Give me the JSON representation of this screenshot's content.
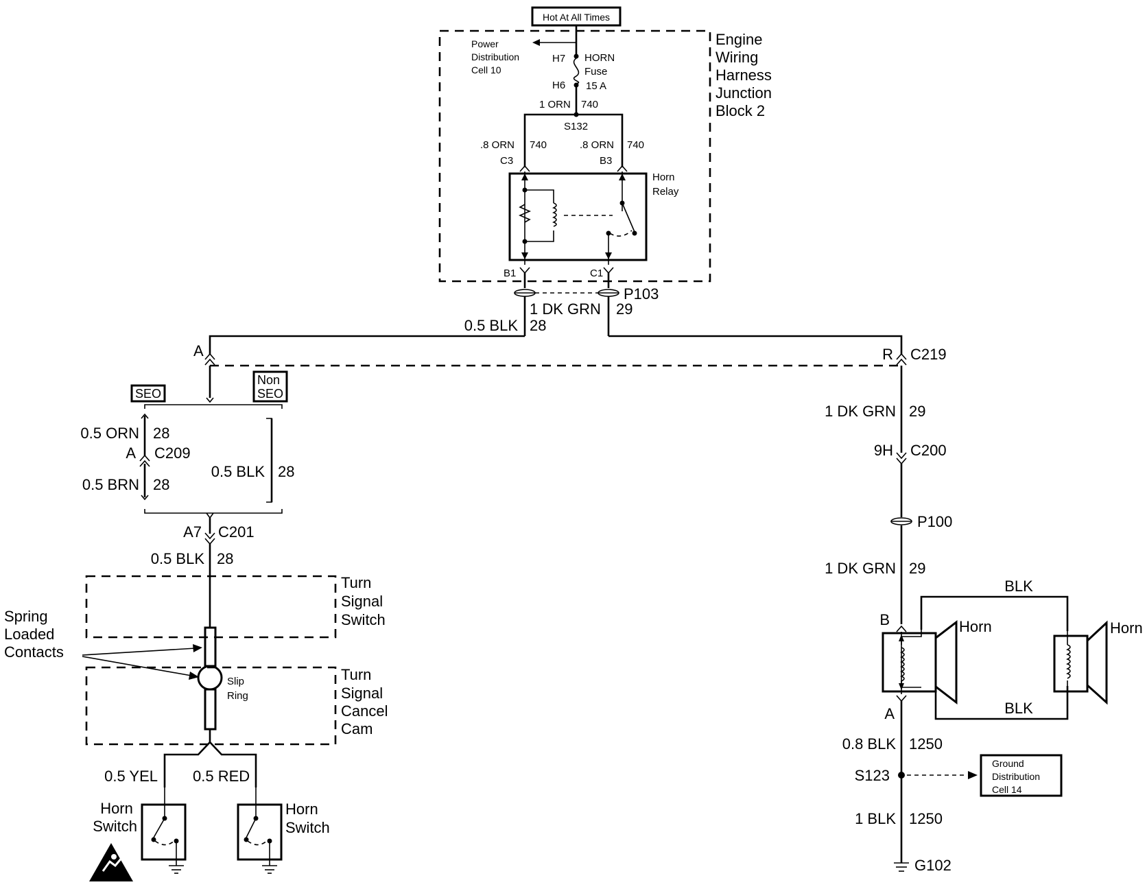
{
  "power": {
    "hot_label": "Hot At All Times",
    "power_dist_lines": [
      "Power",
      "Distribution",
      "Cell 10"
    ],
    "h7": "H7",
    "h6": "H6",
    "fuse_lines": [
      "HORN",
      "Fuse",
      "15 A"
    ],
    "feed_wire": "1 ORN",
    "feed_circuit": "740",
    "splice": "S132"
  },
  "junction_block": {
    "lines": [
      "Engine",
      "Wiring",
      "Harness",
      "Junction",
      "Block 2"
    ]
  },
  "relay": {
    "label_lines": [
      "Horn",
      "Relay"
    ],
    "left_wire": ".8 ORN",
    "left_circuit": "740",
    "right_wire": ".8 ORN",
    "right_circuit": "740",
    "pin_c3": "C3",
    "pin_b3": "B3",
    "pin_b1": "B1",
    "pin_c1": "C1"
  },
  "below_relay": {
    "p103": "P103",
    "dkgrn_wire": "1 DK GRN",
    "dkgrn_circuit": "29",
    "blk_wire": "0.5 BLK",
    "blk_circuit": "28"
  },
  "left_branch": {
    "pin_a": "A",
    "seo": "SEO",
    "non_seo_lines": [
      "Non",
      "SEO"
    ],
    "orn_wire": "0.5 ORN",
    "orn_circuit": "28",
    "c209_pin": "A",
    "c209": "C209",
    "brn_wire": "0.5 BRN",
    "brn_circuit": "28",
    "nonseo_wire": "0.5 BLK",
    "nonseo_circuit": "28",
    "a7": "A7",
    "c201": "C201",
    "col_wire": "0.5 BLK",
    "col_circuit": "28",
    "turn_signal_switch_lines": [
      "Turn",
      "Signal",
      "Switch"
    ],
    "spring_lines": [
      "Spring",
      "Loaded",
      "Contacts"
    ],
    "slip_ring_lines": [
      "Slip",
      "Ring"
    ],
    "cancel_cam_lines": [
      "Turn",
      "Signal",
      "Cancel",
      "Cam"
    ],
    "yel_wire": "0.5 YEL",
    "red_wire": "0.5 RED",
    "horn_switch_left_lines": [
      "Horn",
      "Switch"
    ],
    "horn_switch_right_lines": [
      "Horn",
      "Switch"
    ]
  },
  "right_branch": {
    "pin_r": "R",
    "c219": "C219",
    "dkgrn_wire_1": "1 DK GRN",
    "dkgrn_circuit_1": "29",
    "pin_9h": "9H",
    "c200": "C200",
    "p100": "P100",
    "dkgrn_wire_2": "1 DK GRN",
    "dkgrn_circuit_2": "29",
    "blk_top": "BLK",
    "blk_bottom": "BLK",
    "pin_b": "B",
    "horn_1": "Horn",
    "horn_2": "Horn",
    "pin_a": "A",
    "wire_08blk": "0.8 BLK",
    "circuit_1250_a": "1250",
    "splice_s123": "S123",
    "ground_dist_lines": [
      "Ground",
      "Distribution",
      "Cell 14"
    ],
    "wire_1blk": "1 BLK",
    "circuit_1250_b": "1250",
    "ground_g102": "G102"
  },
  "icons": {
    "esd": "esd-warning-icon",
    "ground": "ground-symbol-icon"
  }
}
